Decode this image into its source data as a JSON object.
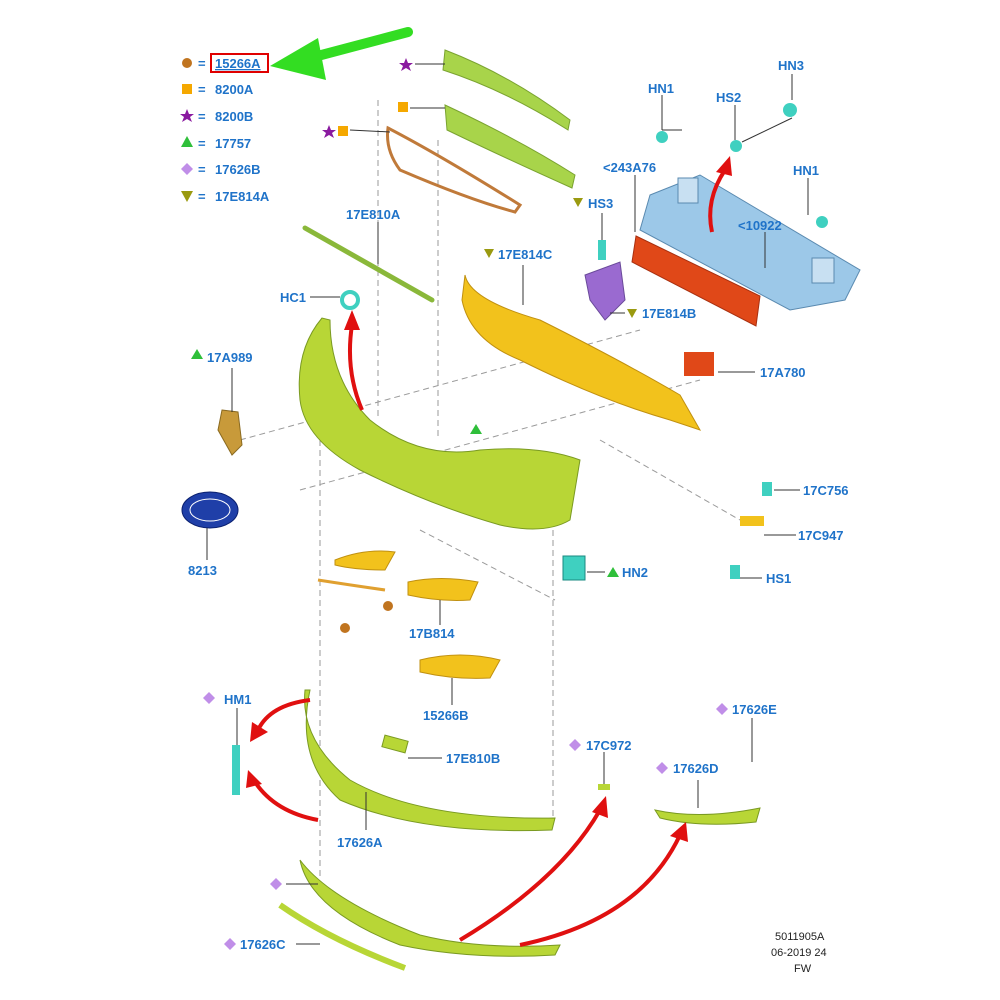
{
  "colors": {
    "label": "#1f73c9",
    "highlight_box": "#e00000",
    "pointer_arrow": "#33dd22",
    "install_arrow": "#e01010",
    "bumper": "#b8d636",
    "grille": "#a8d44a",
    "absorber": "#f2c21c",
    "beam": "#9cc8e8",
    "bracket_red": "#e04818",
    "logo": "#1f3fa8"
  },
  "legend": [
    {
      "symbol": "circle",
      "color": "#c0741f",
      "eq": "=",
      "code": "15266A",
      "highlighted": true
    },
    {
      "symbol": "square",
      "color": "#f5a800",
      "eq": "=",
      "code": "8200A"
    },
    {
      "symbol": "star",
      "color": "#8a1aa0",
      "eq": "=",
      "code": "8200B"
    },
    {
      "symbol": "triangle",
      "color": "#2fbf3a",
      "eq": "=",
      "code": "17757"
    },
    {
      "symbol": "diamond",
      "color": "#c08ee8",
      "eq": "=",
      "code": "17626B"
    },
    {
      "symbol": "triangle-down",
      "color": "#9a9a10",
      "eq": "=",
      "code": "17E814A"
    }
  ],
  "labels": {
    "hn1_top": "HN1",
    "hs2": "HS2",
    "hn3": "HN3",
    "p243a76": "<243A76",
    "hn1_right": "HN1",
    "p10922": "<10922",
    "p17e810a": "17E810A",
    "hs3": "HS3",
    "p17e814c": "17E814C",
    "hc1": "HC1",
    "p17e814b": "17E814B",
    "p17a989": "17A989",
    "p17a780": "17A780",
    "p17c756": "17C756",
    "p17c947": "17C947",
    "hs1": "HS1",
    "p8213": "8213",
    "hn2": "HN2",
    "p17b814": "17B814",
    "p15266b": "15266B",
    "hm1": "HM1",
    "p17626e": "17626E",
    "p17c972": "17C972",
    "p17e810b": "17E810B",
    "p17626d": "17626D",
    "p17626a": "17626A",
    "p17626c": "17626C"
  },
  "footer": {
    "line1": "5011905A",
    "line2": "06-2019 24",
    "line3": "FW"
  }
}
